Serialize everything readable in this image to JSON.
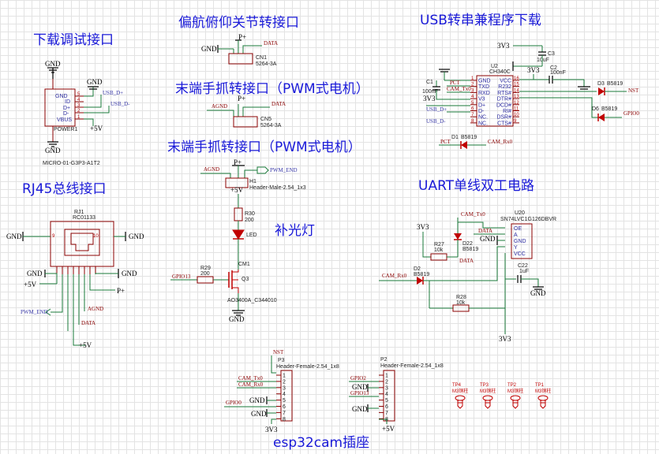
{
  "titles": {
    "download": "下载调试接口",
    "yaw": "偏航俯仰关节转接口",
    "usb": "USB转串兼程序下载",
    "gripper1": "末端手抓转接口（PWM式电机）",
    "gripper2": "末端手抓转接口（PWM式电机）",
    "rj45": "RJ45总线接口",
    "uart": "UART单线双工电路",
    "light": "补光灯",
    "esp32": "esp32cam插座"
  },
  "power": {
    "gnd": "GND",
    "v5": "+5V",
    "v3": "3V3",
    "pplus": "P+"
  },
  "nets": {
    "usb_dp": "USB_D+",
    "usb_dm": "USB_D-",
    "data": "DATA",
    "agnd": "AGND",
    "pwm_end": "PWM_END",
    "gpio13": "GPIO13",
    "gpio0": "GPIO0",
    "gpio2": "GPIO2",
    "nst": "NST",
    "pct": "PCT",
    "cam_tx0": "CAM_Tx0",
    "cam_rx0": "CAM_Rx0"
  },
  "components": {
    "usbconn": {
      "ref": "POWER1",
      "part": "MICRO-01-G3P3-A1T2",
      "pins": [
        "GND",
        "ID",
        "D+",
        "D-",
        "VBUS"
      ],
      "nums": [
        "5",
        "4",
        "3",
        "2",
        "1"
      ]
    },
    "cn1": {
      "ref": "CN1",
      "part": "5264-3A"
    },
    "cn5": {
      "ref": "CN5",
      "part": "5264-3A"
    },
    "h1": {
      "ref": "H1",
      "part": "Header-Male-2.54_1x3"
    },
    "rj1": {
      "ref": "RJ1",
      "part": "RC01133",
      "pin9": "9",
      "pin10": "10"
    },
    "u2": {
      "ref": "U2",
      "part": "CH340C",
      "left": [
        "GND",
        "TXD",
        "RXD",
        "V3",
        "D+",
        "D-",
        "NC.",
        "NC."
      ],
      "right": [
        "VCC",
        "R232",
        "RTS#",
        "DTR#",
        "DCD#",
        "RI#",
        "DSR#",
        "CTS#"
      ],
      "lnums": [
        "1",
        "2",
        "3",
        "4",
        "5",
        "6",
        "7",
        "8"
      ],
      "rnums": [
        "16",
        "15",
        "14",
        "13",
        "12",
        "11",
        "10",
        "9"
      ]
    },
    "c1": {
      "ref": "C1",
      "val": "100nF"
    },
    "c2": {
      "ref": "C2",
      "val": "100nF"
    },
    "c3": {
      "ref": "C3",
      "val": "10uF"
    },
    "d3": {
      "ref": "D3",
      "val": "B5819"
    },
    "d6": {
      "ref": "D6",
      "val": "B5819"
    },
    "d1": {
      "ref": "D1",
      "val": "B5819"
    },
    "r30": {
      "ref": "R30",
      "val": "200"
    },
    "led": {
      "ref": "LED"
    },
    "r29": {
      "ref": "R29",
      "val": "200"
    },
    "q3": {
      "ref": "Q3",
      "part": "AO3400A_C344010",
      "tag": "CM1"
    },
    "u20": {
      "ref": "U20",
      "part": "SN74LVC1G126DBVR",
      "pins": [
        "OE",
        "A",
        "GND",
        "Y",
        "VCC"
      ]
    },
    "r27": {
      "ref": "R27",
      "val": "10k"
    },
    "d22": {
      "ref": "D22",
      "val": "B5819"
    },
    "c22": {
      "ref": "C22",
      "val": "1uF"
    },
    "d2": {
      "ref": "D2",
      "val": "B5819"
    },
    "r28": {
      "ref": "R28",
      "val": "10k"
    },
    "p3": {
      "ref": "P3",
      "part": "Header-Female-2.54_1x8",
      "nums": [
        "1",
        "2",
        "3",
        "4",
        "5",
        "6",
        "7",
        "8"
      ]
    },
    "p2": {
      "ref": "P2",
      "part": "Header-Female-2.54_1x8",
      "nums": [
        "1",
        "2",
        "3",
        "4",
        "5",
        "6",
        "7",
        "8"
      ]
    },
    "tps": [
      {
        "ref": "TP4",
        "part": "M3铜柱"
      },
      {
        "ref": "TP3",
        "part": "M3铜柱"
      },
      {
        "ref": "TP2",
        "part": "M3铜柱"
      },
      {
        "ref": "TP1",
        "part": "M3铜柱"
      }
    ]
  }
}
